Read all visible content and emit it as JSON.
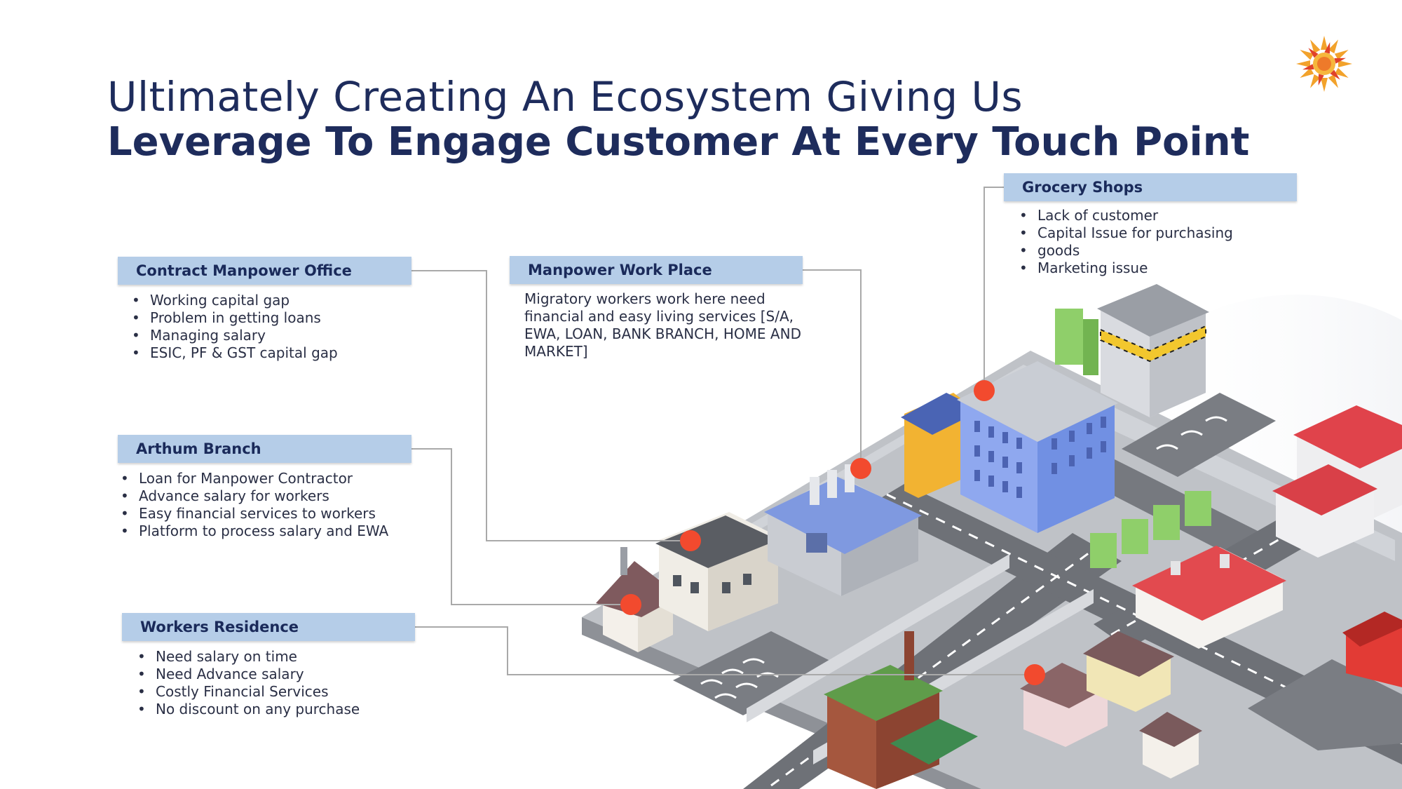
{
  "title": {
    "line1": "Ultimately Creating An Ecosystem Giving Us",
    "line2": "Leverage To Engage Customer At Every Touch Point"
  },
  "sections": {
    "contract_office": {
      "heading": "Contract Manpower Office",
      "items": [
        "Working capital gap",
        "Problem in getting loans",
        "Managing salary",
        "ESIC, PF & GST capital gap"
      ]
    },
    "work_place": {
      "heading": "Manpower Work Place",
      "description": "Migratory workers work here need financial and easy living services [S/A, EWA, LOAN, BANK BRANCH, HOME AND MARKET]"
    },
    "grocery": {
      "heading": "Grocery Shops",
      "items": [
        "Lack of customer",
        "Capital Issue for purchasing",
        "goods",
        "Marketing issue"
      ]
    },
    "arthum_branch": {
      "heading": "Arthum Branch",
      "items": [
        "Loan for Manpower Contractor",
        "Advance salary for workers",
        "Easy financial services to workers",
        "Platform to process salary and EWA"
      ]
    },
    "residence": {
      "heading": "Workers Residence",
      "items": [
        "Need salary on time",
        "Need Advance salary",
        "Costly Financial Services",
        "No discount on any purchase"
      ]
    }
  },
  "colors": {
    "header_bg": "#b5cde8",
    "title": "#1e2c5c",
    "marker": "#f24a2e",
    "connector": "#a9a9a9"
  },
  "icons": [
    "logo-sun-icon",
    "city-illustration"
  ]
}
